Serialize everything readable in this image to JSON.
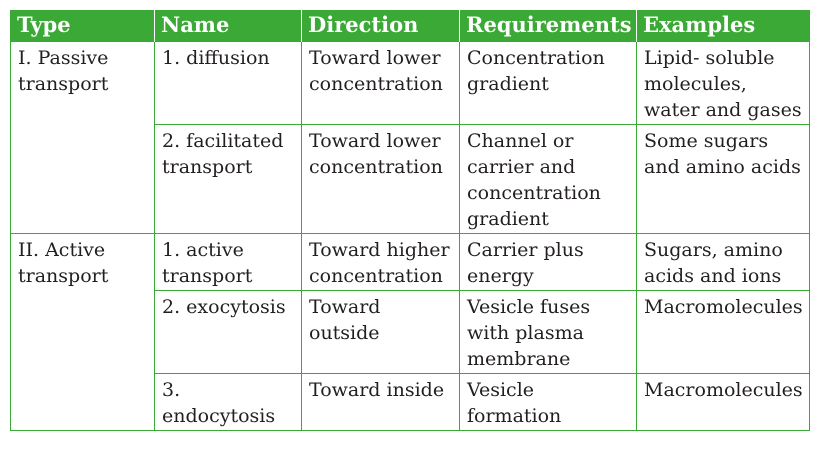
{
  "headers": [
    "Type",
    "Name",
    "Direction",
    "Requirements",
    "Examples"
  ],
  "groups": [
    {
      "type": [
        "I. Passive",
        "transport"
      ],
      "rows": [
        {
          "name": [
            "1. diffusion"
          ],
          "direction": [
            "Toward lower",
            "concentration"
          ],
          "requirements": [
            "Concentration",
            "gradient"
          ],
          "examples": [
            "Lipid- soluble",
            "molecules,",
            "water and gases"
          ]
        },
        {
          "name": [
            "2. facilitated",
            "transport"
          ],
          "direction": [
            "Toward lower",
            "concentration"
          ],
          "requirements": [
            "Channel or",
            "carrier and",
            "concentration",
            "gradient"
          ],
          "examples": [
            "Some sugars",
            "and amino acids"
          ]
        }
      ]
    },
    {
      "type": [
        "II. Active",
        "transport"
      ],
      "rows": [
        {
          "name": [
            "1. active",
            "transport"
          ],
          "direction": [
            "Toward higher",
            "concentration"
          ],
          "requirements": [
            "Carrier plus",
            "energy"
          ],
          "examples": [
            "Sugars, amino",
            "acids and ions"
          ]
        },
        {
          "name": [
            "2. exocytosis"
          ],
          "direction": [
            "Toward",
            "outside"
          ],
          "requirements": [
            "Vesicle fuses",
            "with plasma",
            "membrane"
          ],
          "examples": [
            "Macromolecules"
          ]
        },
        {
          "name": [
            "3.",
            "endocytosis"
          ],
          "direction": [
            "Toward inside"
          ],
          "requirements": [
            "Vesicle",
            "formation"
          ],
          "examples": [
            "Macromolecules"
          ]
        }
      ]
    }
  ]
}
